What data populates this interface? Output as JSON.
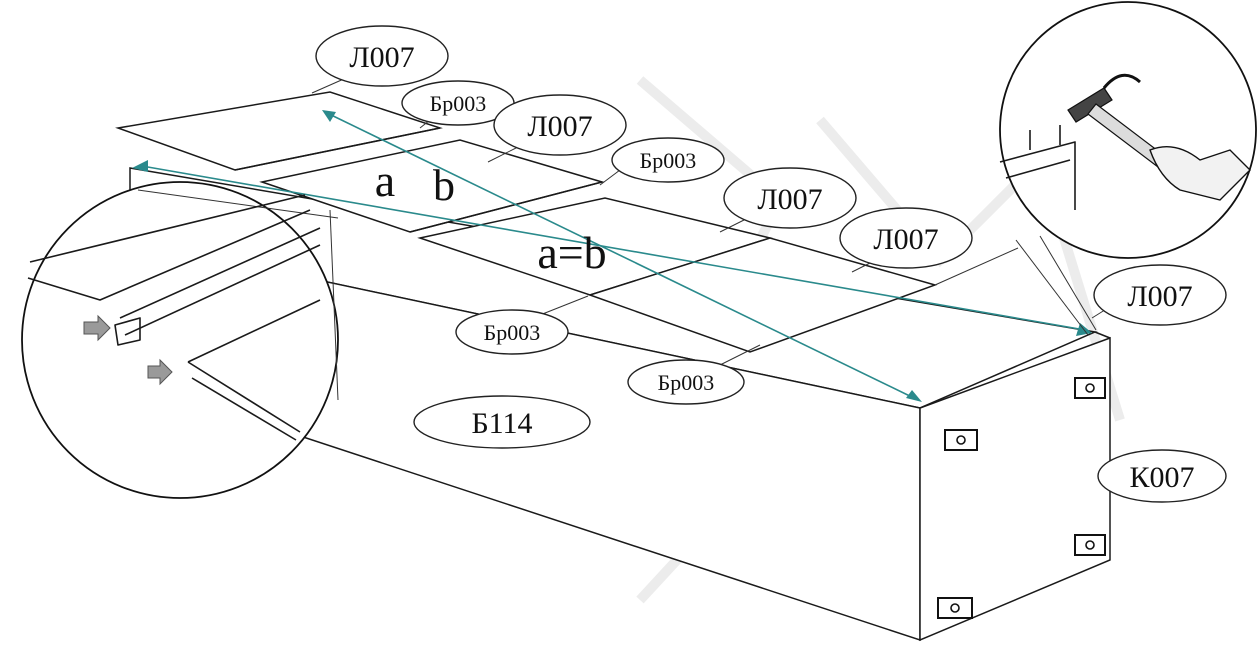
{
  "diagram": {
    "labels": {
      "sheet_1": "Л007",
      "sheet_2": "Л007",
      "sheet_3": "Л007",
      "sheet_4": "Л007",
      "sheet_5": "Л007",
      "bar_1": "Бр003",
      "bar_2": "Бр003",
      "bar_3": "Бр003",
      "bar_4": "Бр003",
      "block": "Б114",
      "end_cap": "К007"
    },
    "dimensions": {
      "a": "a",
      "b": "b",
      "equality": "a=b"
    },
    "colors": {
      "measure_lines": "#2a8a8c",
      "outline": "#1a1a1a",
      "pointer_arrows": "#9a9a9a"
    },
    "icons": [
      "hammer-icon",
      "hand-icon",
      "magnifier-circle-icon",
      "nail-icon",
      "pointer-arrow-icon"
    ]
  }
}
